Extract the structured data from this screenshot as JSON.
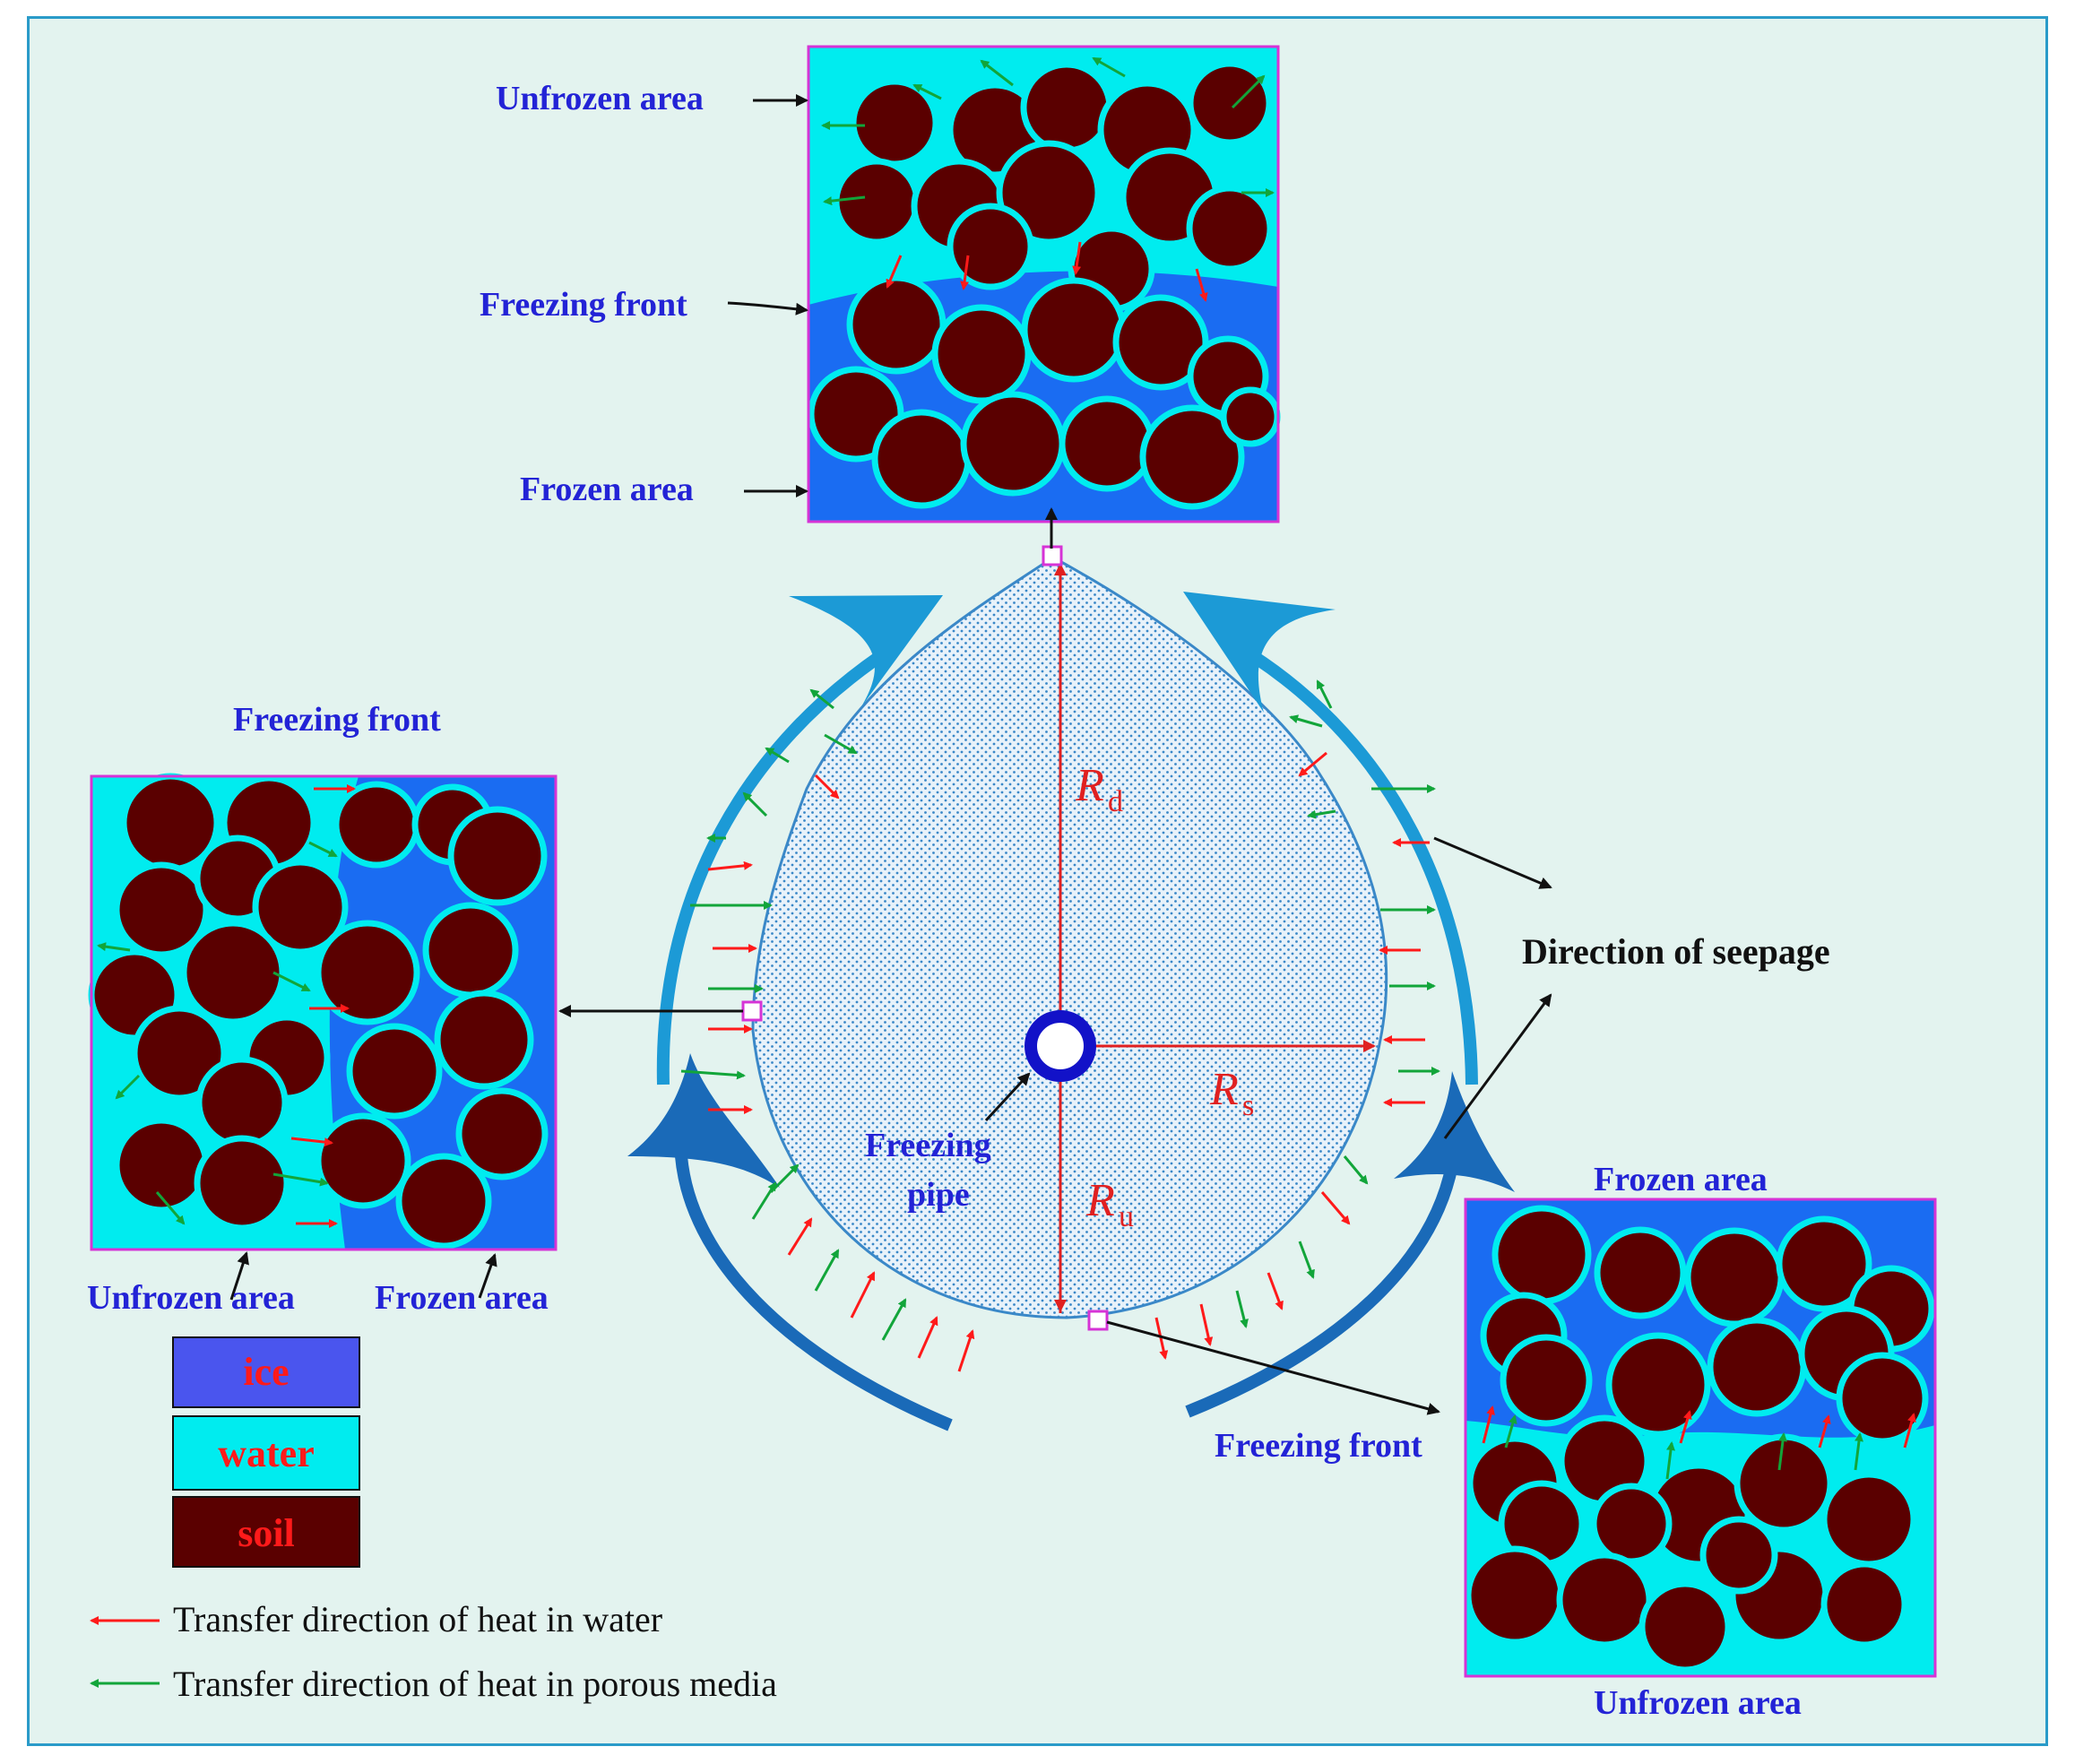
{
  "labels": {
    "top_unfrozen": "Unfrozen area",
    "top_front": "Freezing front",
    "top_frozen": "Frozen area",
    "left_front": "Freezing front",
    "left_unfrozen": "Unfrozen area",
    "left_frozen": "Frozen area",
    "right_frozen": "Frozen area",
    "right_front": "Freezing front",
    "right_unfrozen": "Unfrozen area",
    "seepage": "Direction of seepage",
    "pipe_line1": "Freezing",
    "pipe_line2": "pipe"
  },
  "symbols": {
    "rd": "R",
    "rd_sub": "d",
    "rs": "R",
    "rs_sub": "s",
    "ru": "R",
    "ru_sub": "u"
  },
  "legend": {
    "ice": "ice",
    "water": "water",
    "soil": "soil",
    "heat_water": "Transfer direction of heat in water",
    "heat_porous": "Transfer direction of heat in porous media"
  },
  "colors": {
    "ice": "#1a6cf2",
    "water": "#00ecef",
    "soil": "#5a0000",
    "heat_water_arrow": "#ff1a1a",
    "heat_porous_arrow": "#12a53a",
    "background": "#e3f3ef",
    "seepage_arrow": "#1c9ad6",
    "inset_border": "#d633d6"
  }
}
